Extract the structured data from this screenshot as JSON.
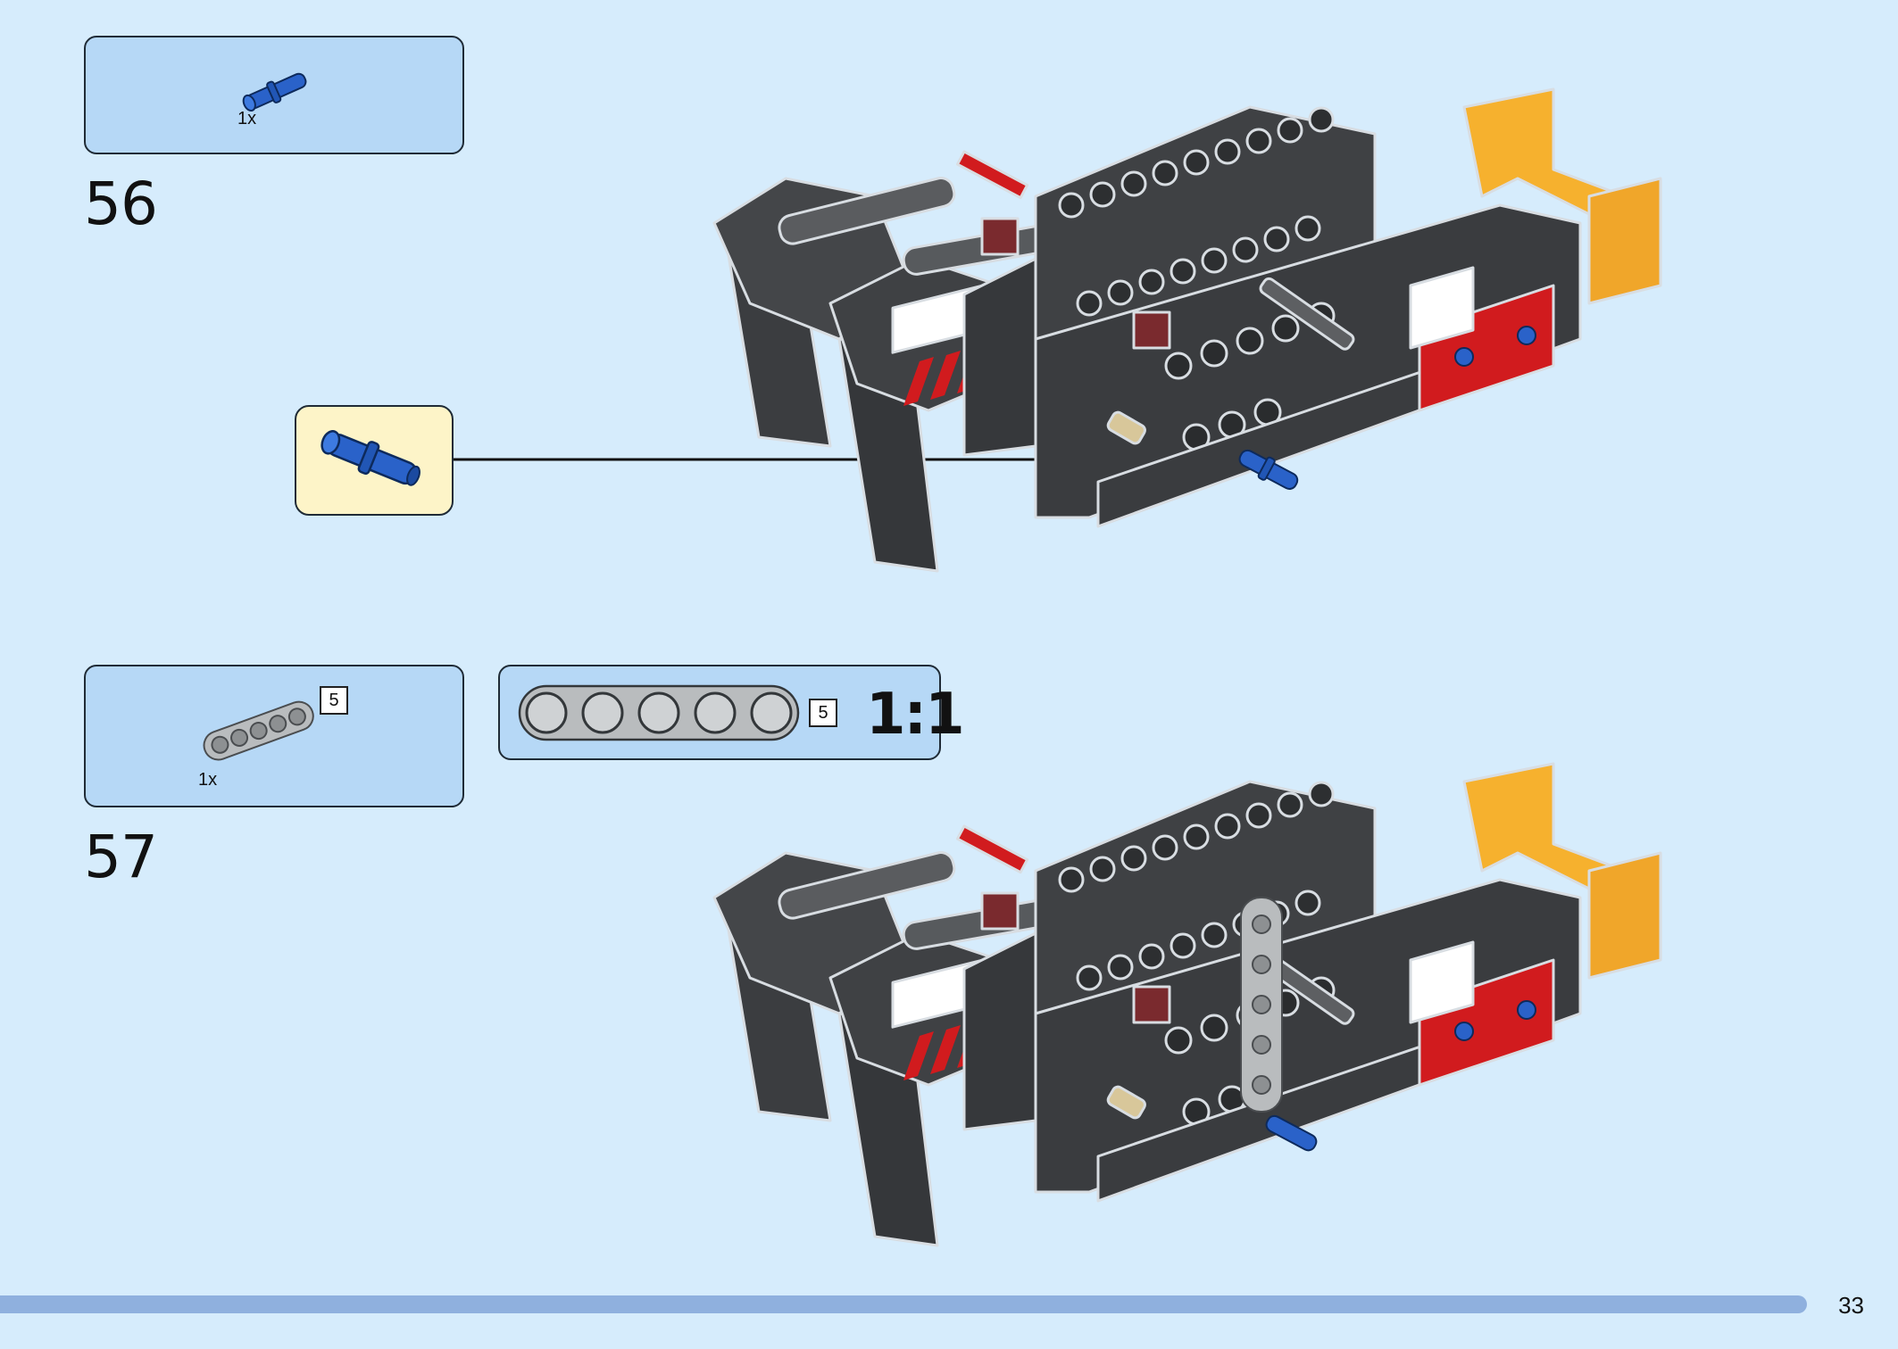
{
  "steps": [
    {
      "number": "56",
      "parts": [
        {
          "name": "blue-pin",
          "qty": "1x",
          "color": "#2a62c9"
        }
      ]
    },
    {
      "number": "57",
      "parts": [
        {
          "name": "gray-beam-5",
          "qty": "1x",
          "length_label": "5",
          "color": "#b9bcbe"
        }
      ],
      "scale_box": {
        "length_label": "5",
        "scale": "1:1"
      }
    }
  ],
  "page": {
    "number": "33"
  },
  "colors": {
    "background": "#d6ecfc",
    "parts_box": "#b6d8f6",
    "callout": "#fdf4c8",
    "model_dark": "#3b3d40",
    "model_red": "#d11b1e",
    "model_yellow": "#f6b12e",
    "pin_blue": "#2a62c9",
    "progress": "#8fb0de"
  }
}
